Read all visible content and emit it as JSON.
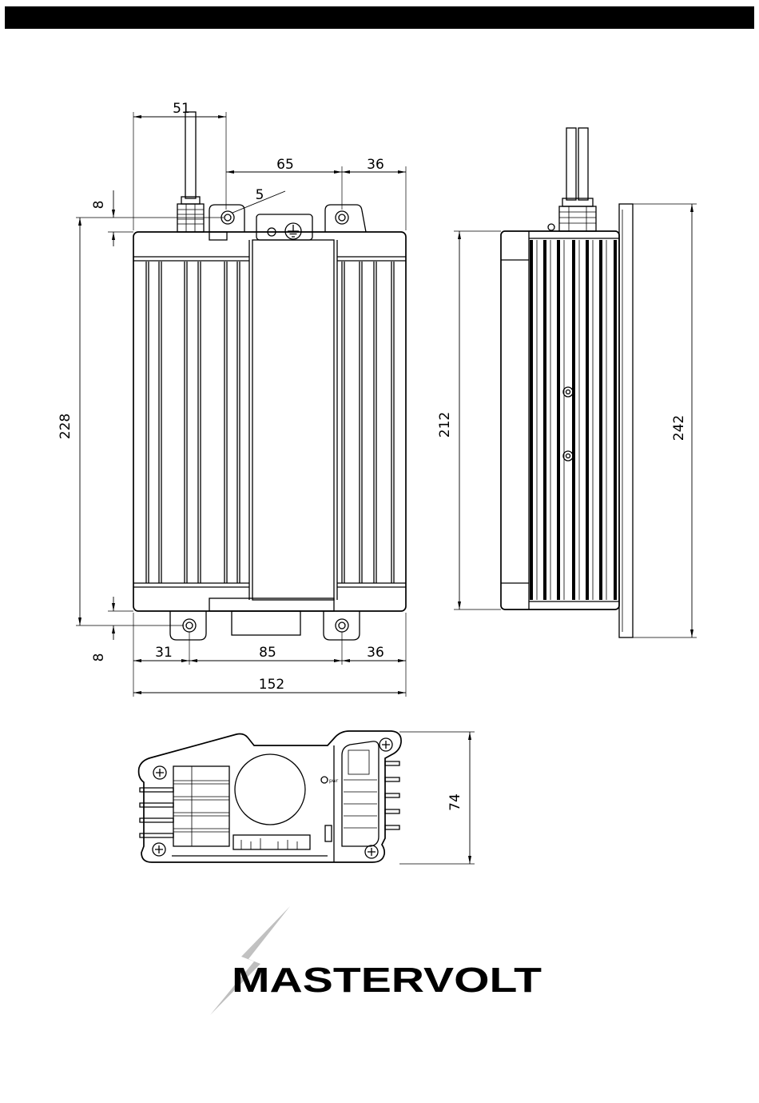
{
  "colors": {
    "header_bar": "#000000",
    "bolt": "#bdbdbd",
    "lines": "#000000"
  },
  "front_view": {
    "top_left_offset": "51",
    "top_hole_spacing": "65",
    "top_right_offset": "36",
    "hole_size": "5",
    "top_tab": "8",
    "hole_pitch_vertical": "228",
    "bottom_tab": "8",
    "bottom_left_offset": "31",
    "bottom_hole_spacing": "85",
    "bottom_right_offset": "36",
    "overall_width": "152"
  },
  "side_view": {
    "body_height": "212",
    "flange_height": "242"
  },
  "end_view": {
    "height": "74",
    "led_label": "pwr"
  },
  "logo": {
    "text": "MASTERVOLT"
  }
}
